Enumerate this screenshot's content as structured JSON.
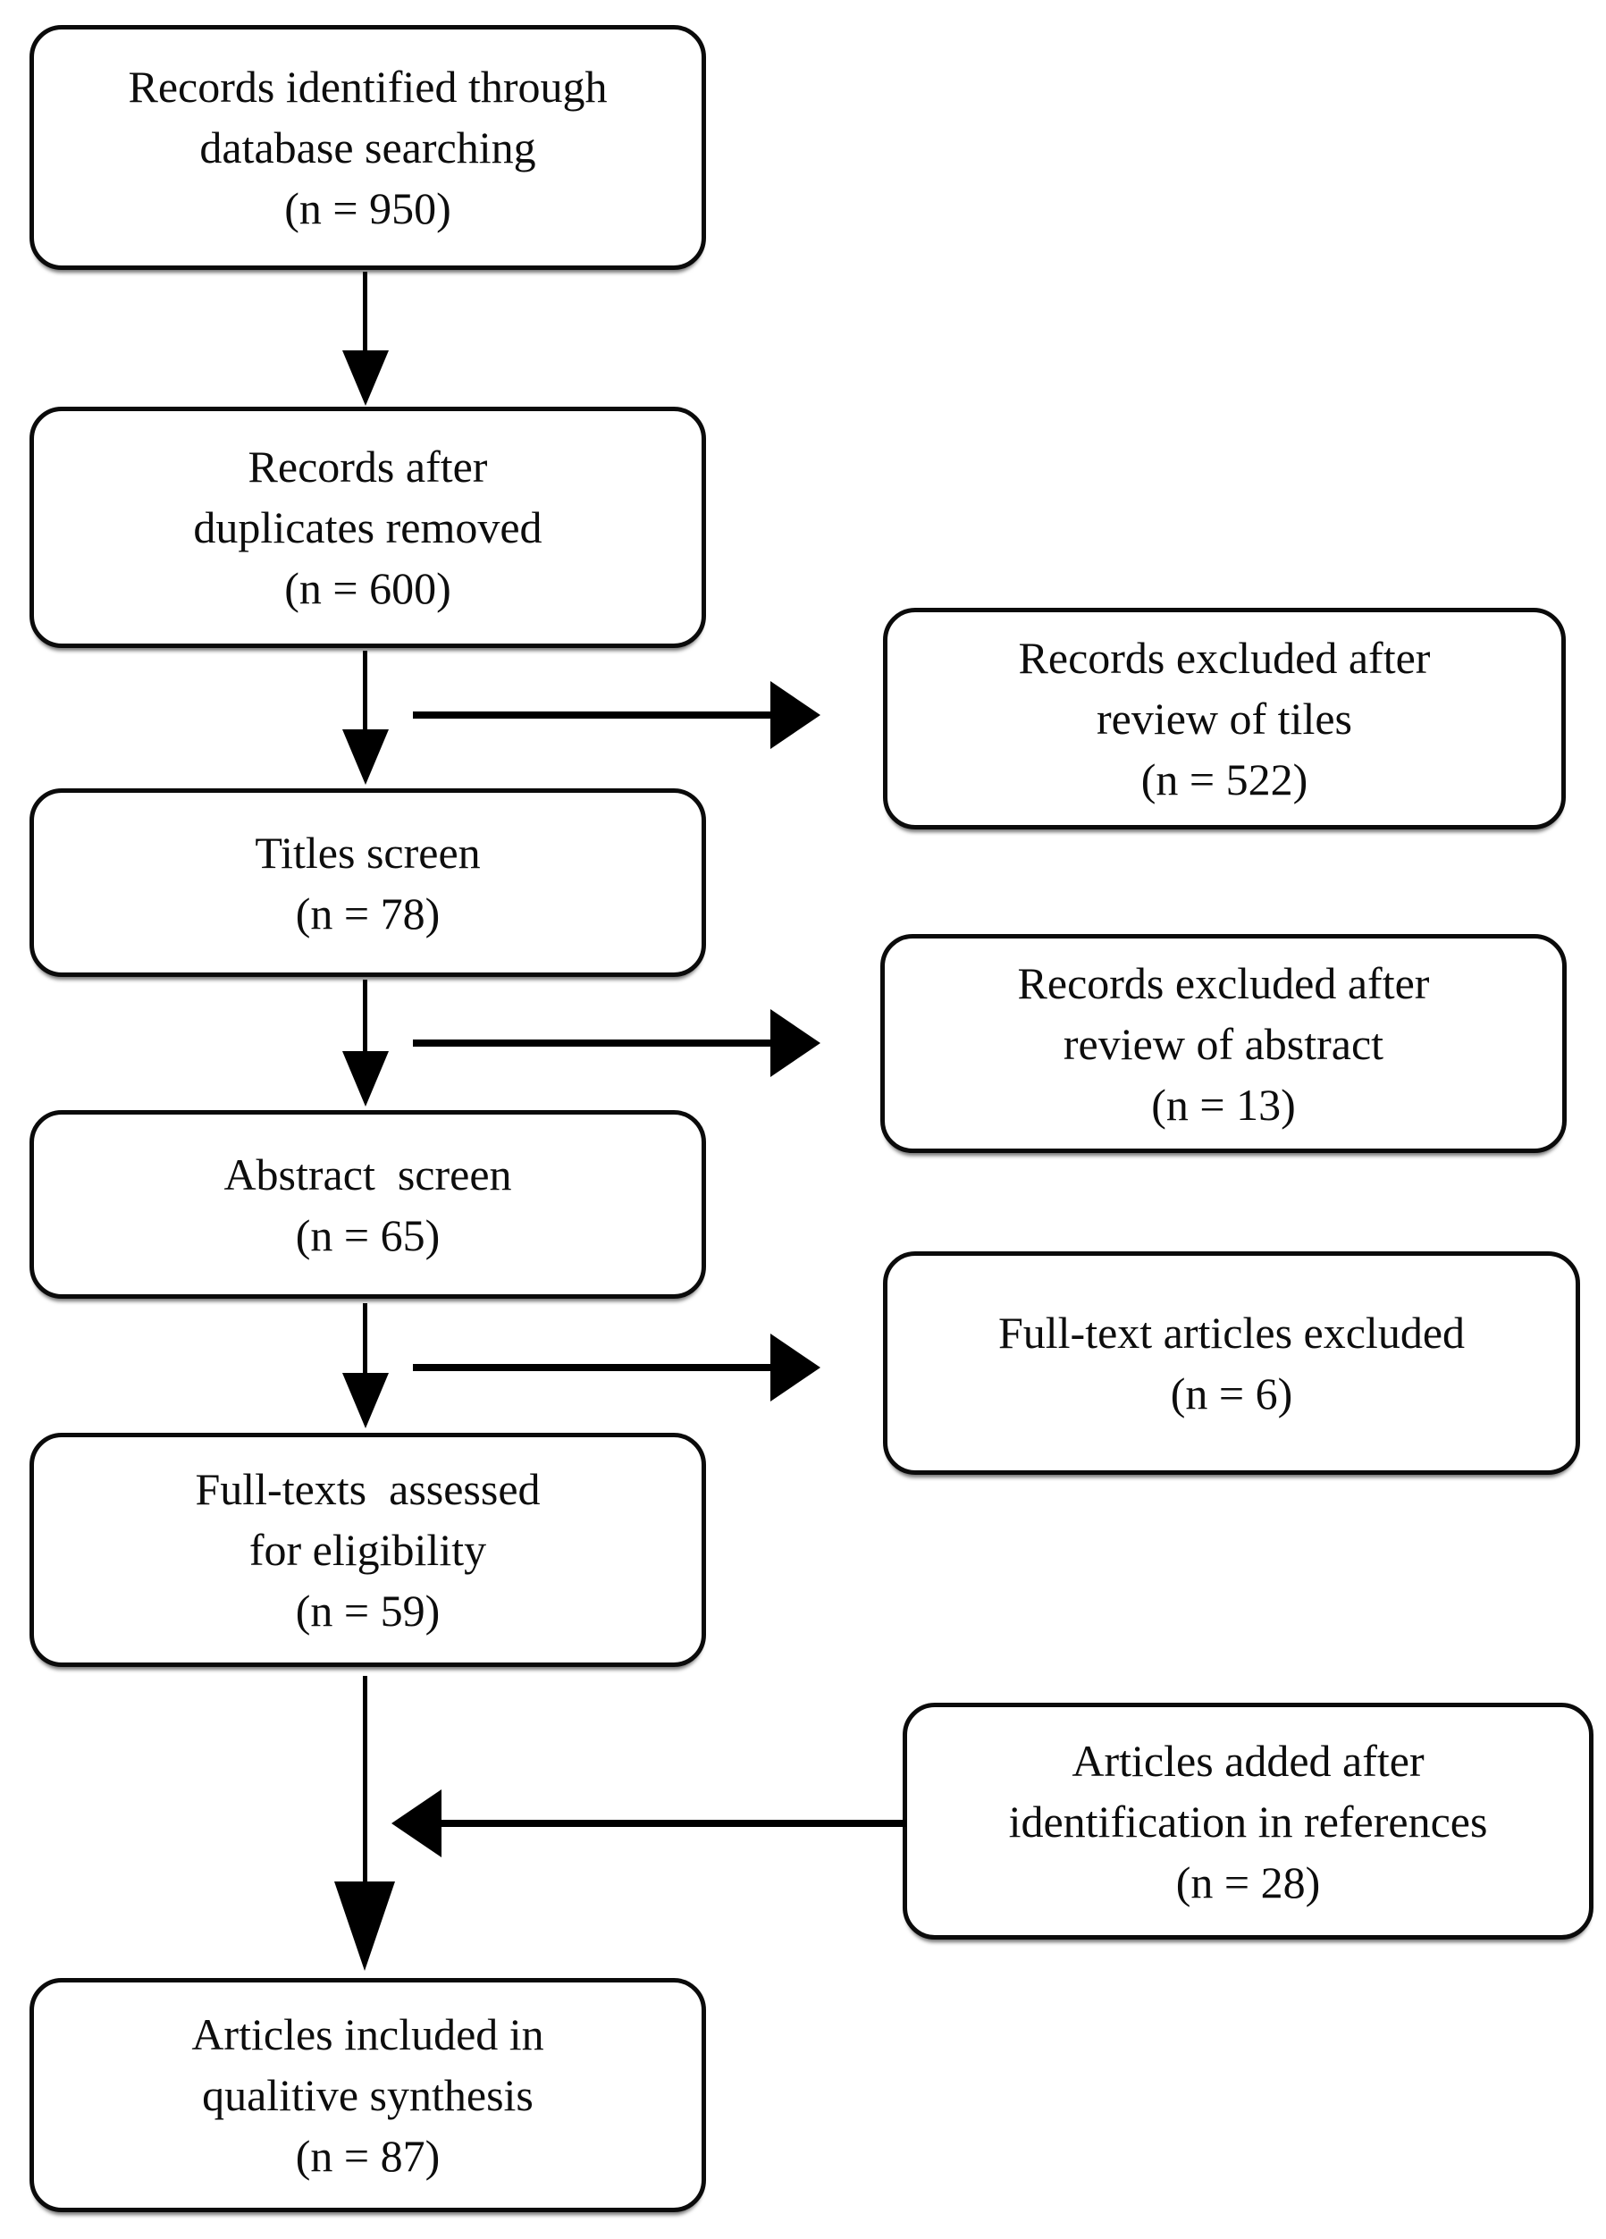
{
  "colors": {
    "background": "#ffffff",
    "box_border": "#0b0b0b",
    "text": "#0d0d0d",
    "arrow": "#000000"
  },
  "boxes": {
    "identification": {
      "lines": [
        "Records identified through",
        "database searching",
        "(n = 950)"
      ]
    },
    "duplicates": {
      "lines": [
        "Records after",
        "duplicates removed",
        "(n = 600)"
      ]
    },
    "titles_screen": {
      "lines": [
        "Titles screen",
        "(n = 78)"
      ]
    },
    "abstract_screen": {
      "lines": [
        "Abstract  screen",
        "(n = 65)"
      ]
    },
    "fulltexts_assessed": {
      "lines": [
        "Full-texts  assessed",
        "for eligibility",
        "(n = 59)"
      ]
    },
    "included": {
      "lines": [
        "Articles included in",
        "qualitive synthesis",
        "(n = 87)"
      ]
    },
    "excluded_titles": {
      "lines": [
        "Records excluded after",
        "review of tiles",
        "(n = 522)"
      ]
    },
    "excluded_abstract": {
      "lines": [
        "Records excluded after",
        "review of abstract",
        "(n = 13)"
      ]
    },
    "excluded_fulltext": {
      "lines": [
        "Full-text articles excluded",
        "(n = 6)"
      ]
    },
    "added_references": {
      "lines": [
        "Articles added after",
        "identification in references",
        "(n = 28)"
      ]
    }
  }
}
